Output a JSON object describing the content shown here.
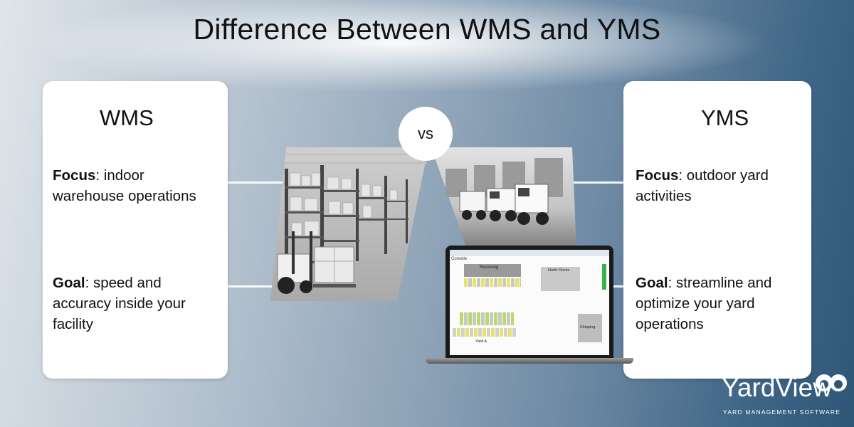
{
  "title": "Difference Between WMS and YMS",
  "vs_label": "vs",
  "left_card": {
    "heading": "WMS",
    "focus_label": "Focus",
    "focus_text": ": indoor",
    "focus_text2": "warehouse operations",
    "goal_label": "Goal",
    "goal_text": ": speed and",
    "goal_text2": "accuracy inside your",
    "goal_text3": "facility"
  },
  "right_card": {
    "heading": "YMS",
    "focus_label": "Focus",
    "focus_text": ": outdoor yard",
    "focus_text2": "activities",
    "goal_label": "Goal",
    "goal_text": ": streamline and",
    "goal_text2": "optimize your yard",
    "goal_text3": "operations"
  },
  "screen": {
    "console_label": "Console",
    "receiving_label": "Receiving",
    "north_docks_label": "North Docks",
    "shipping_label": "Shipping",
    "yard_label": "Yard A"
  },
  "logo": {
    "word": "YardView",
    "tagline": "YARD MANAGEMENT SOFTWARE"
  }
}
